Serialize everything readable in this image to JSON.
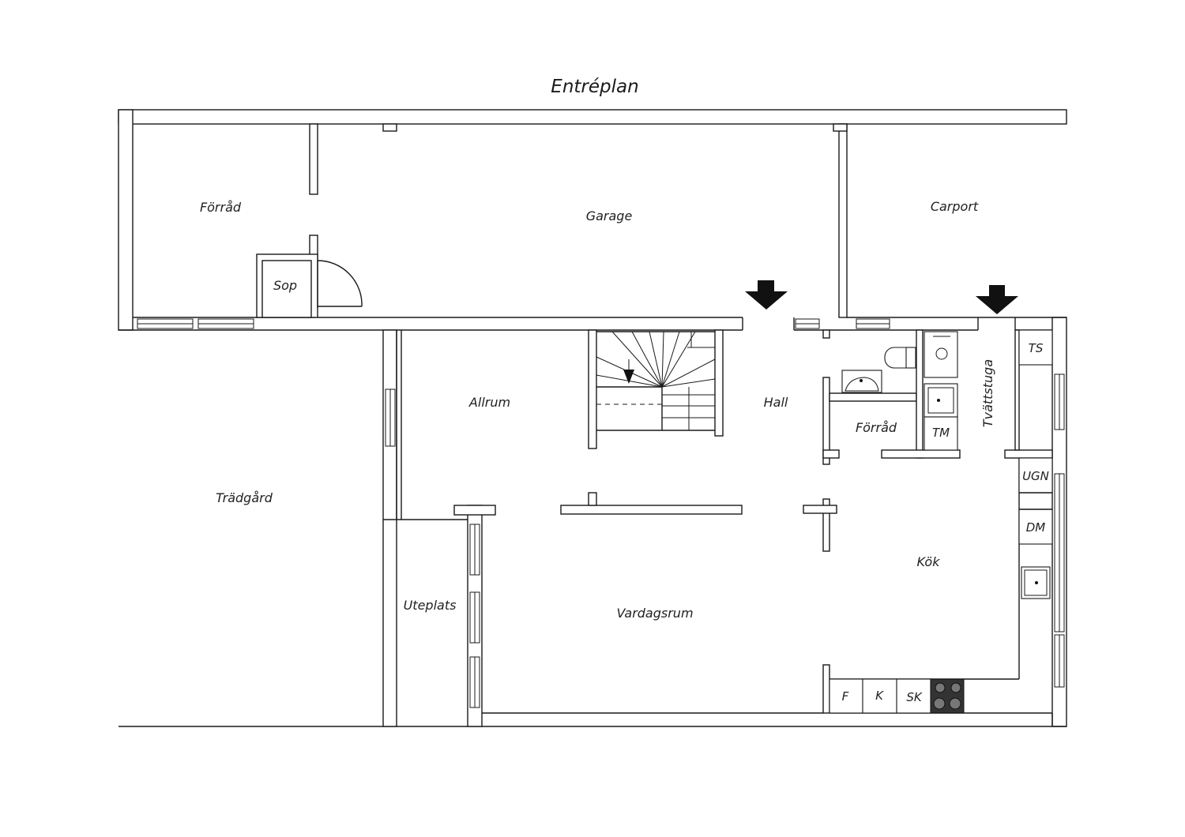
{
  "title": "Entréplan",
  "rooms": {
    "forrad_top": "Förråd",
    "garage": "Garage",
    "carport": "Carport",
    "sop": "Sop",
    "tradgard": "Trädgård",
    "allrum": "Allrum",
    "hall": "Hall",
    "forrad_small": "Förråd",
    "tvattstuga": "Tvättstuga",
    "uteplats": "Uteplats",
    "vardagsrum": "Vardagsrum",
    "kok": "Kök"
  },
  "appliances": {
    "ts": "TS",
    "tm": "TM",
    "ugn": "UGN",
    "dm": "DM",
    "f": "F",
    "k": "K",
    "sk": "SK"
  },
  "icons": [
    "entrance-arrow-icon",
    "stair-direction-arrow-icon",
    "sink-icon",
    "toilet-icon",
    "cooktop-icon",
    "window-icon",
    "door-swing-icon"
  ]
}
